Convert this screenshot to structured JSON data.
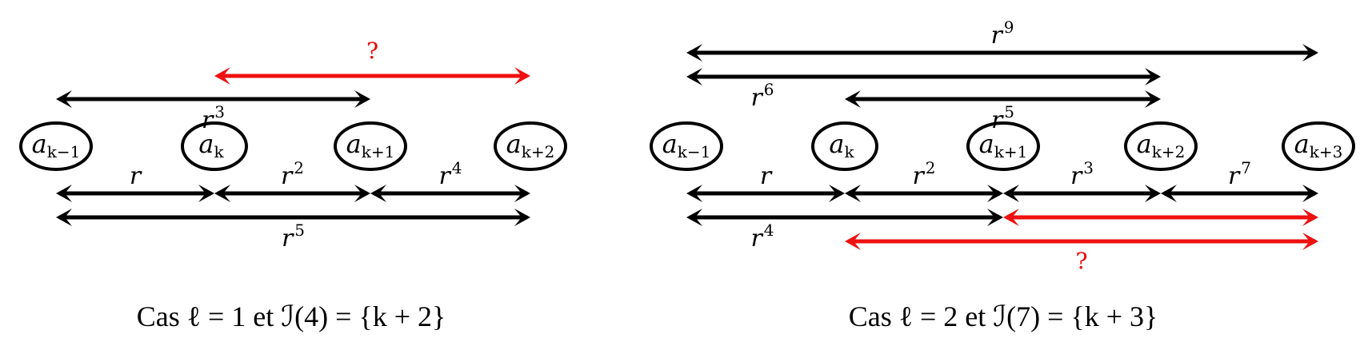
{
  "colors": {
    "ink": "#000000",
    "highlight": "#ee1111"
  },
  "panels": [
    {
      "id": "left",
      "caption": "Cas ℓ = 1 et ℐ(4) = {k + 2}",
      "nodes": [
        {
          "base": "a",
          "sub": "k−1"
        },
        {
          "base": "a",
          "sub": "k"
        },
        {
          "base": "a",
          "sub": "k+1"
        },
        {
          "base": "a",
          "sub": "k+2"
        }
      ],
      "arrows": [
        {
          "from": 1,
          "to": 3,
          "row": "top1",
          "color": "highlight",
          "label": "?",
          "label_pos": "above"
        },
        {
          "from": 0,
          "to": 2,
          "row": "top2",
          "color": "ink",
          "label": "r",
          "exp": "3",
          "label_pos": "below"
        },
        {
          "from": 0,
          "to": 1,
          "row": "bot1",
          "color": "ink",
          "label": "r",
          "exp": "",
          "label_pos": "above"
        },
        {
          "from": 1,
          "to": 2,
          "row": "bot1",
          "color": "ink",
          "label": "r",
          "exp": "2",
          "label_pos": "above"
        },
        {
          "from": 2,
          "to": 3,
          "row": "bot1",
          "color": "ink",
          "label": "r",
          "exp": "4",
          "label_pos": "above"
        },
        {
          "from": 0,
          "to": 3,
          "row": "bot2",
          "color": "ink",
          "label": "r",
          "exp": "5",
          "label_pos": "below"
        }
      ]
    },
    {
      "id": "right",
      "caption": "Cas ℓ = 2 et ℐ(7) = {k + 3}",
      "nodes": [
        {
          "base": "a",
          "sub": "k−1"
        },
        {
          "base": "a",
          "sub": "k"
        },
        {
          "base": "a",
          "sub": "k+1"
        },
        {
          "base": "a",
          "sub": "k+2"
        },
        {
          "base": "a",
          "sub": "k+3"
        }
      ],
      "arrows": [
        {
          "from": 0,
          "to": 4,
          "row": "top0",
          "color": "ink",
          "label": "r",
          "exp": "9",
          "label_pos": "above"
        },
        {
          "from": 0,
          "to": 3,
          "row": "top1",
          "color": "ink",
          "label": "r",
          "exp": "6",
          "label_pos": "below-left"
        },
        {
          "from": 1,
          "to": 3,
          "row": "top2",
          "color": "ink",
          "label": "r",
          "exp": "5",
          "label_pos": "below"
        },
        {
          "from": 0,
          "to": 1,
          "row": "bot1",
          "color": "ink",
          "label": "r",
          "exp": "",
          "label_pos": "above"
        },
        {
          "from": 1,
          "to": 2,
          "row": "bot1",
          "color": "ink",
          "label": "r",
          "exp": "2",
          "label_pos": "above"
        },
        {
          "from": 2,
          "to": 3,
          "row": "bot1",
          "color": "ink",
          "label": "r",
          "exp": "3",
          "label_pos": "above"
        },
        {
          "from": 3,
          "to": 4,
          "row": "bot1",
          "color": "ink",
          "label": "r",
          "exp": "7",
          "label_pos": "above"
        },
        {
          "from": 0,
          "to": 2,
          "row": "bot2",
          "color": "ink",
          "label": "r",
          "exp": "4",
          "label_pos": "below-left"
        },
        {
          "from": 2,
          "to": 4,
          "row": "bot2",
          "color": "highlight",
          "label": "",
          "exp": "",
          "label_pos": "none"
        },
        {
          "from": 1,
          "to": 4,
          "row": "bot3",
          "color": "highlight",
          "label": "?",
          "label_pos": "below"
        }
      ]
    }
  ]
}
